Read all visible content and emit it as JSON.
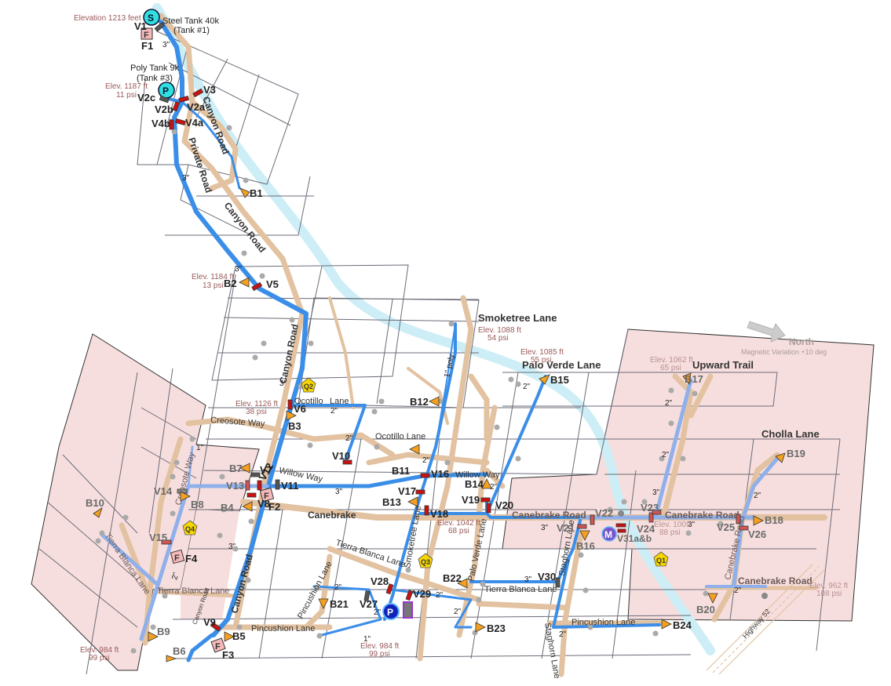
{
  "colors": {
    "pipe_main": "#3b8ee8",
    "pipe_faded": "#8fb0ea",
    "road": "#e2c2a0",
    "creek": "#cdeef6",
    "parcel_line": "#6b6b78",
    "zone_fill": "#f7dede",
    "valve": "#cc1111",
    "valve_closed": "#555555",
    "blowoff": "#f5a020",
    "hydrant_fill": "#f7b9b9",
    "tank": "#2ee0e0",
    "pump": "#1122bb",
    "meter": "#7755cc",
    "quality": "#f7d600",
    "elev_text": "#9b5a5a"
  },
  "tanks": {
    "steel": {
      "symbol": "S",
      "name": "Steel Tank 40k",
      "sub": "(Tank #1)",
      "elevation": "Elevation 1213 feet"
    },
    "poly": {
      "symbol": "P",
      "name": "Poly Tank 9k",
      "sub": "(Tank #3)",
      "elev": "Elev. 1187 ft",
      "psi": "11 psi"
    }
  },
  "pump_station": {
    "symbol": "P"
  },
  "meter": {
    "symbol": "M",
    "label": "V31a&b"
  },
  "north_arrow": {
    "label": "North",
    "note": "Magnetic Variation  +10 deg"
  },
  "hydrants": [
    {
      "id": "F1",
      "symbol": "F"
    },
    {
      "id": "F2",
      "symbol": "F"
    },
    {
      "id": "F3",
      "symbol": "F"
    },
    {
      "id": "F4",
      "symbol": "F"
    }
  ],
  "quality_points": [
    "Q1",
    "Q2",
    "Q3",
    "Q4"
  ],
  "valves": [
    "V1",
    "V2a",
    "V2b",
    "V2c",
    "V3",
    "V4a",
    "V4b",
    "V5",
    "V6",
    "V7",
    "V8",
    "V9",
    "V10",
    "V11",
    "V12",
    "V13",
    "V14",
    "V15",
    "V16",
    "V17",
    "V18",
    "V19",
    "V20",
    "V21",
    "V22",
    "V23",
    "V24",
    "V25",
    "V26",
    "V27",
    "V28",
    "V29",
    "V30"
  ],
  "blowoffs": [
    "B1",
    "B2",
    "B3",
    "B4",
    "B5",
    "B6",
    "B7",
    "B8",
    "B9",
    "B10",
    "B11",
    "B12",
    "B13",
    "B14",
    "B15",
    "B16",
    "B17",
    "B18",
    "B19",
    "B20",
    "B21",
    "B22",
    "B23",
    "B24"
  ],
  "elevations": [
    {
      "elev": "Elev. 1184 ft",
      "psi": "13 psi"
    },
    {
      "elev": "Elev. 1126 ft",
      "psi": "38 psi"
    },
    {
      "elev": "Elev. 1088 ft",
      "psi": "54 psi"
    },
    {
      "elev": "Elev. 1085 ft",
      "psi": "55 psi"
    },
    {
      "elev": "Elev. 1062 ft",
      "psi": "65 psi"
    },
    {
      "elev": "Elev. 1042 ft",
      "psi": "68 psi"
    },
    {
      "elev": "Elev. 1009",
      "psi": "88 psi"
    },
    {
      "elev": "Elev. 962 ft",
      "psi": "108 psi"
    },
    {
      "elev": "Elev. 984 ft",
      "psi": "99 psi"
    },
    {
      "elev": "Elev. 984 ft",
      "psi": "99 psi"
    }
  ],
  "streets": {
    "canyon_road": "Canyon Road",
    "private_road": "Private Road",
    "smoketree": "Smoketree Lane",
    "palo_verde": "Palo Verde Lane",
    "upward_trail": "Upward Trail",
    "cholla": "Cholla Lane",
    "ocotillo": "Ocotillo",
    "ocotillo_lane_word": "Lane",
    "ocotillo_lane": "Ocotillo Lane",
    "creosote": "Creosote Way",
    "willow": "Willow Way",
    "canebrake": "Canebrake",
    "canebrake_road": "Canebrake Road",
    "tierra_blanca": "Tierra Blanca Lane",
    "pincushion": "Pincushion Lane",
    "staghorn": "Staghorn Lane",
    "highway": "Highway 52"
  },
  "pipe_sizes": {
    "three": "3\"",
    "two": "2\"",
    "one": "1\"",
    "one_poly": "1\" poly"
  }
}
